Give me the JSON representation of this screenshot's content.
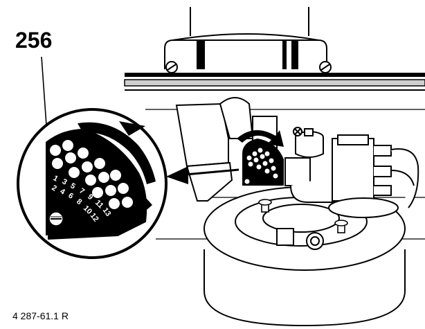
{
  "callout_number": "256",
  "figure_id": "4 287-61.1 R",
  "inset": {
    "hole_labels_top": [
      "1",
      "3",
      "5",
      "7",
      "9",
      "11",
      "13"
    ],
    "hole_labels_bottom": [
      "2",
      "4",
      "6",
      "8",
      "10",
      "12"
    ]
  },
  "colors": {
    "ink": "#000000",
    "paper": "#ffffff",
    "shade": "#d8d8d8"
  },
  "icons": [
    "rotation-arrow-icon",
    "pointer-arrow-icon",
    "screw-icon"
  ]
}
